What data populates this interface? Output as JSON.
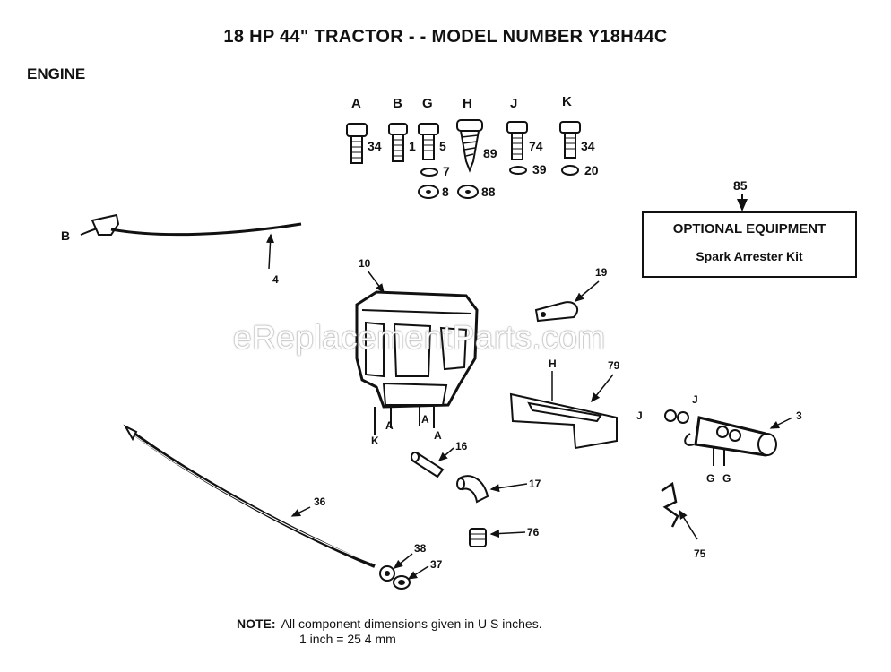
{
  "title": "18 HP 44\" TRACTOR - - MODEL NUMBER Y18H44C",
  "section": "ENGINE",
  "hardware": [
    {
      "letter": "A",
      "bolt": "34"
    },
    {
      "letter": "B",
      "bolt": "1"
    },
    {
      "letter": "G",
      "bolt": "5",
      "washer1": "7",
      "washer2": "8"
    },
    {
      "letter": "H",
      "bolt": "89",
      "washer2": "88"
    },
    {
      "letter": "J",
      "bolt": "74",
      "washer1": "39"
    },
    {
      "letter": "K",
      "bolt": "34",
      "washer1": "20"
    }
  ],
  "optional": {
    "ref": "85",
    "heading": "OPTIONAL EQUIPMENT",
    "item": "Spark Arrester Kit"
  },
  "callouts": {
    "p4": "4",
    "p10": "10",
    "p19": "19",
    "p79": "79",
    "p3": "3",
    "p16": "16",
    "p17": "17",
    "p76": "76",
    "p36": "36",
    "p38": "38",
    "p37": "37",
    "p75": "75"
  },
  "letters": {
    "B": "B",
    "H": "H",
    "J": "J",
    "G": "G",
    "K": "K",
    "A": "A"
  },
  "watermark": "eReplacementParts.com",
  "note": {
    "label": "NOTE:",
    "line1": "All component dimensions given in U S  inches.",
    "line2": "1 inch = 25 4 mm"
  }
}
